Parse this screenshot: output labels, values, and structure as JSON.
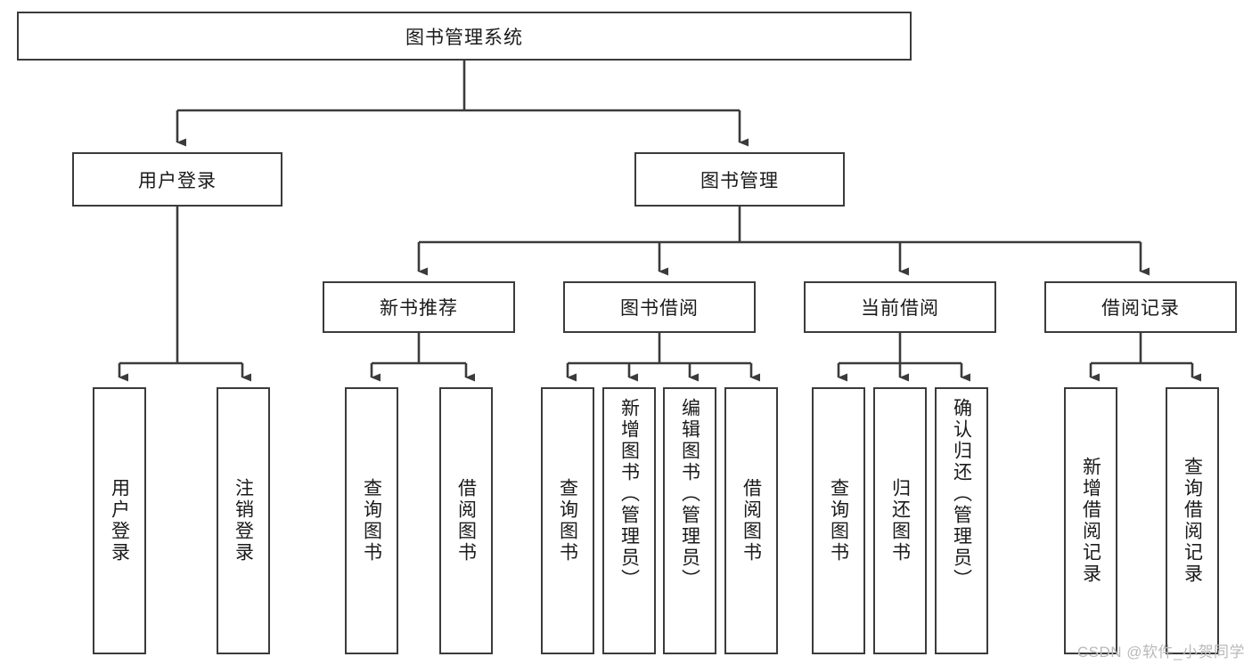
{
  "diagram": {
    "title": "图书管理系统",
    "type": "tree-hierarchy",
    "orientation": "top-down",
    "root": {
      "label": "图书管理系统"
    },
    "level2": [
      {
        "label": "用户登录"
      },
      {
        "label": "图书管理"
      }
    ],
    "level3": [
      {
        "label": "新书推荐",
        "parent": "图书管理"
      },
      {
        "label": "图书借阅",
        "parent": "图书管理"
      },
      {
        "label": "当前借阅",
        "parent": "图书管理"
      },
      {
        "label": "借阅记录",
        "parent": "图书管理"
      }
    ],
    "leaves": [
      {
        "label": "用户登录",
        "parent": "用户登录"
      },
      {
        "label": "注销登录",
        "parent": "用户登录"
      },
      {
        "label": "查询图书",
        "parent": "新书推荐"
      },
      {
        "label": "借阅图书",
        "parent": "新书推荐"
      },
      {
        "label": "查询图书",
        "parent": "图书借阅"
      },
      {
        "label": "新增图书（管理员）",
        "parent": "图书借阅"
      },
      {
        "label": "编辑图书（管理员）",
        "parent": "图书借阅"
      },
      {
        "label": "借阅图书",
        "parent": "图书借阅"
      },
      {
        "label": "查询图书",
        "parent": "当前借阅"
      },
      {
        "label": "归还图书",
        "parent": "当前借阅"
      },
      {
        "label": "确认归还（管理员）",
        "parent": "当前借阅"
      },
      {
        "label": "新增借阅记录",
        "parent": "借阅记录"
      },
      {
        "label": "查询借阅记录",
        "parent": "借阅记录"
      }
    ],
    "colors": {
      "box_border": "#3b3b3b",
      "box_fill": "#ffffff",
      "connector": "#3b3b3b",
      "text": "#1a1a1a",
      "watermark": "#b9b9b9"
    }
  },
  "watermark": {
    "text": "CSDN @软件_小贺同学"
  }
}
